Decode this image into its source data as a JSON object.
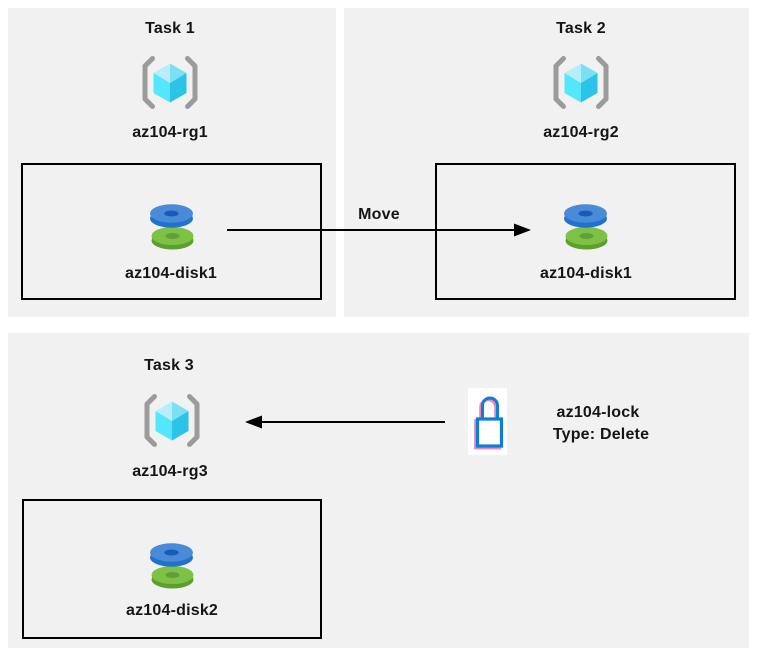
{
  "tasks": [
    {
      "title": "Task 1",
      "resource_group": "az104-rg1",
      "disk": "az104-disk1"
    },
    {
      "title": "Task 2",
      "resource_group": "az104-rg2",
      "disk": "az104-disk1"
    },
    {
      "title": "Task 3",
      "resource_group": "az104-rg3",
      "disk": "az104-disk2"
    }
  ],
  "arrows": {
    "move_label": "Move"
  },
  "lock": {
    "name": "az104-lock",
    "type": "Type: Delete"
  },
  "icons": {
    "resource_group": "azure-resource-group-icon",
    "disk": "azure-disk-icon",
    "lock": "lock-icon"
  },
  "colors": {
    "panel_bg": "#f1f1f2",
    "box_border": "#000000",
    "arrow": "#000000",
    "text": "#151515",
    "rg_bracket": "#9b9b9b",
    "cube_light": "#b8eef9",
    "cube_mid": "#7be0f3",
    "cube_bright": "#54e6fd",
    "cube_dark": "#2bc3e7",
    "disk_blue": "#4a8bd9",
    "disk_blue_side": "#2272cd",
    "disk_blue_hole": "#1a5cb5",
    "disk_green": "#7dc244",
    "disk_green_side": "#5d9f2d",
    "disk_green_hole": "#639f38",
    "lock_blue": "#0d7dd8",
    "lock_pink": "#ee85b8"
  }
}
